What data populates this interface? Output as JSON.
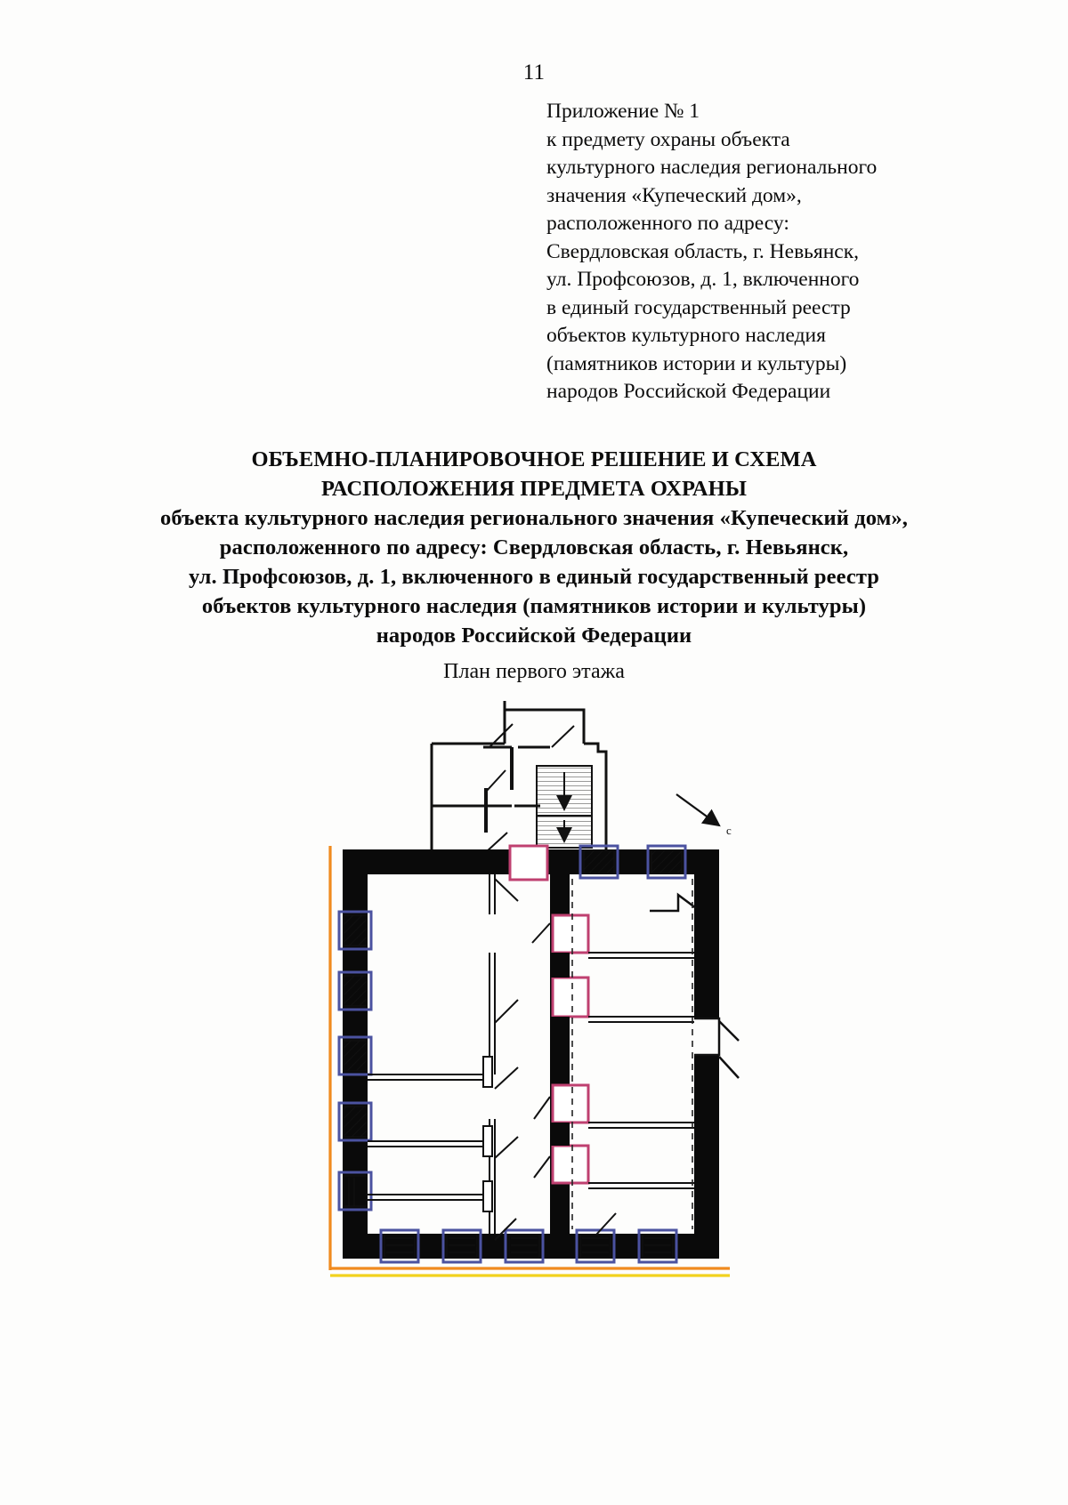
{
  "page": {
    "number": "11"
  },
  "appendix": {
    "lines": [
      "Приложение № 1",
      "к предмету охраны объекта",
      "культурного наследия регионального",
      "значения «Купеческий дом»,",
      "расположенного по адресу:",
      "Свердловская область, г. Невьянск,",
      "ул. Профсоюзов, д. 1, включенного",
      "в единый государственный реестр",
      "объектов культурного наследия",
      "(памятников истории и культуры)",
      "народов Российской Федерации"
    ]
  },
  "title": {
    "lines": [
      "ОБЪЕМНО-ПЛАНИРОВОЧНОЕ РЕШЕНИЕ И СХЕМА",
      "РАСПОЛОЖЕНИЯ ПРЕДМЕТА ОХРАНЫ",
      "объекта культурного наследия регионального значения «Купеческий дом»,",
      "расположенного по адресу: Свердловская область, г. Невьянск,",
      "ул. Профсоюзов, д. 1, включенного в единый государственный реестр",
      "объектов культурного наследия (памятников истории и культуры)",
      "народов Российской Федерации"
    ]
  },
  "plan": {
    "caption": "План первого этажа",
    "north_label": "с",
    "colors": {
      "wall": "#0a0a0a",
      "window_outline": "#4b52a0",
      "door_outline": "#bf4070",
      "facade_orange": "#f08a1e",
      "facade_yellow": "#f2d21e",
      "line": "#111111"
    },
    "legend_elements": {
      "window_marker": "blue-outlined hatched window opening",
      "door_marker": "crimson-outlined door opening",
      "facade_marker_west": "orange line along west facade",
      "facade_marker_south": "orange and yellow lines along south facade"
    }
  }
}
